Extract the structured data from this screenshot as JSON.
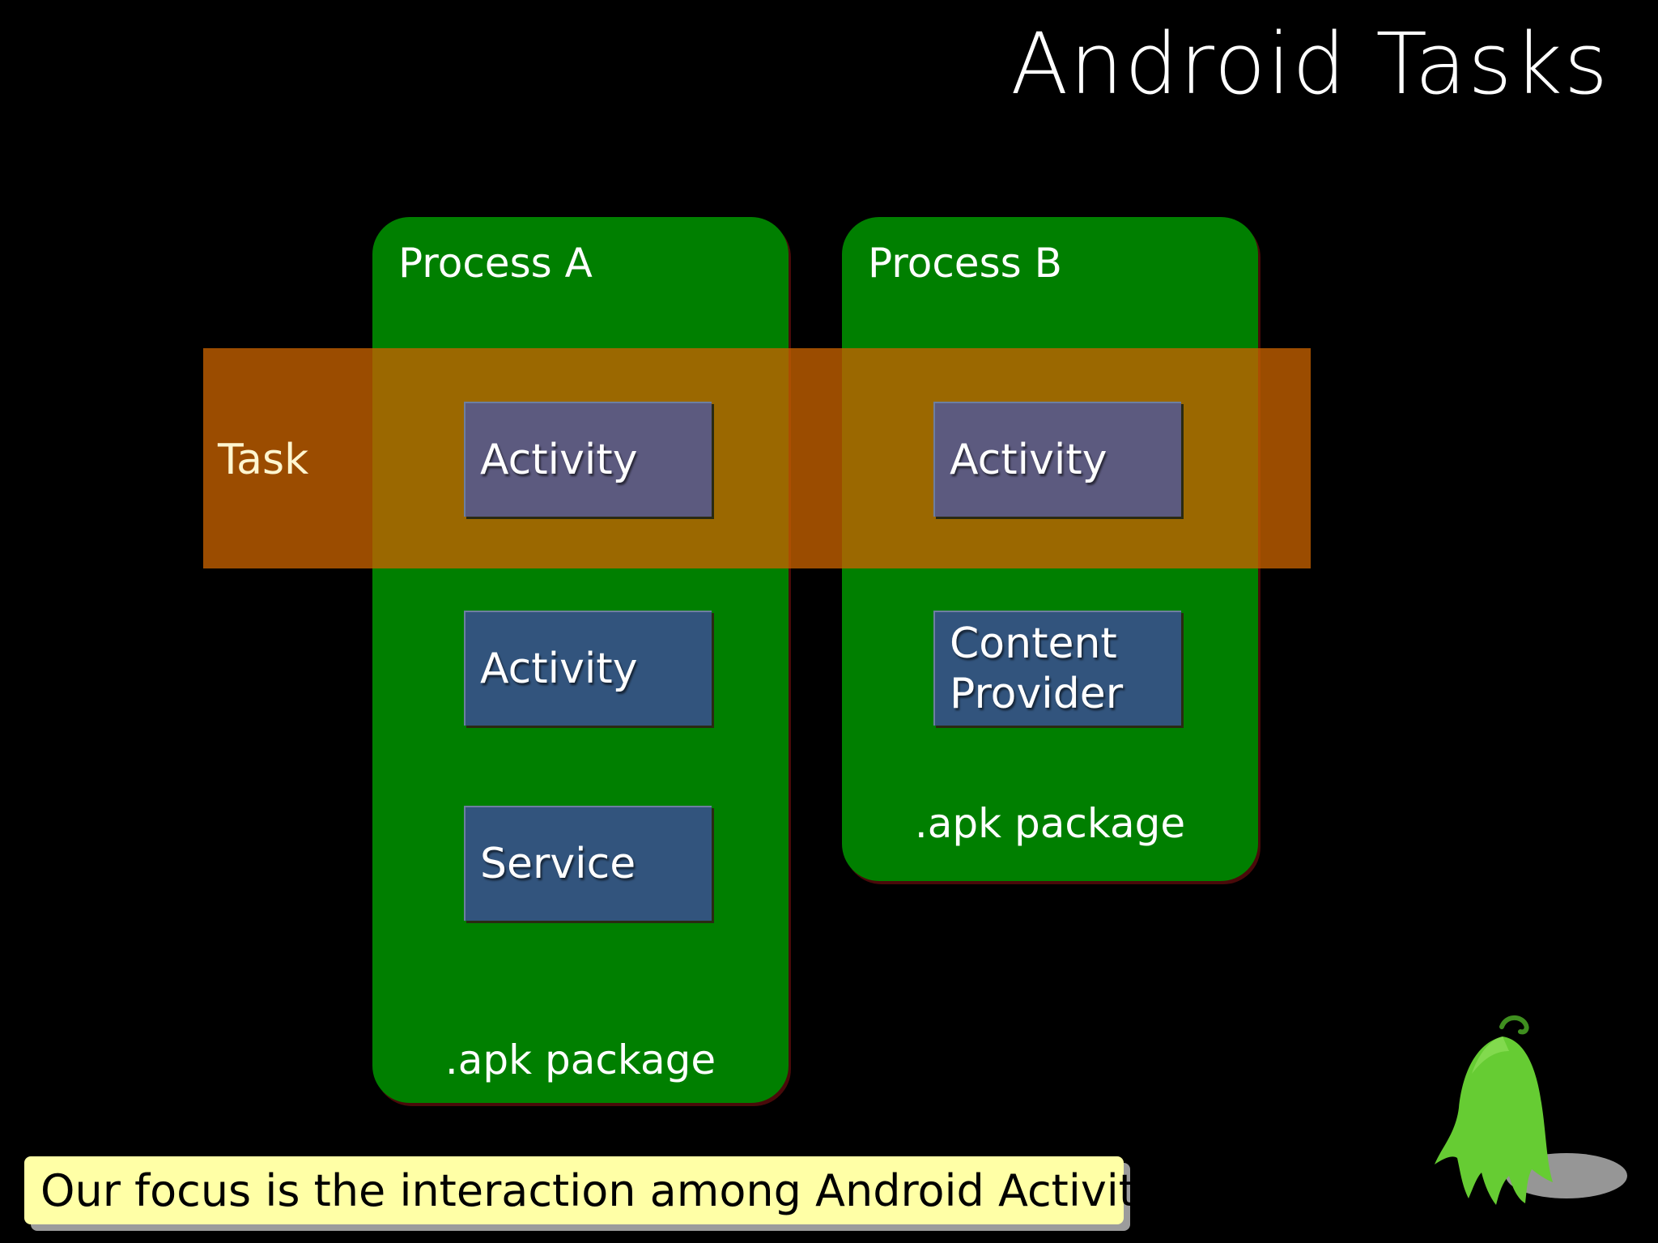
{
  "slide": {
    "title": "Android Tasks",
    "caption": "Our focus is the interaction among Android Activities."
  },
  "task": {
    "label": "Task"
  },
  "process_a": {
    "label": "Process A",
    "components": [
      "Activity",
      "Activity",
      "Service"
    ],
    "package_label": ".apk package"
  },
  "process_b": {
    "label": "Process B",
    "components": [
      "Activity",
      "Content\nProvider"
    ],
    "package_label": ".apk package"
  },
  "colors": {
    "process": "#007f00",
    "task": "#c66200",
    "task_component": "#5c5a7f",
    "component": "#32547d",
    "caption_bg": "#ffffa6",
    "mascot": "#66cc33"
  },
  "icons": {
    "mascot": "android-ghost-mascot-icon"
  }
}
